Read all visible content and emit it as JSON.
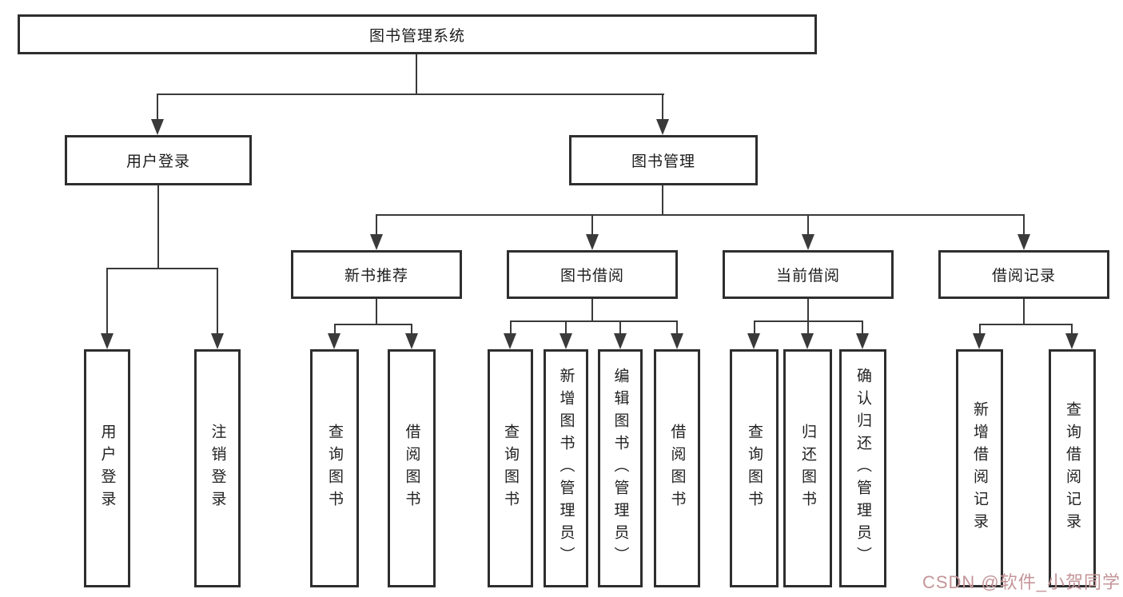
{
  "diagram": {
    "root": {
      "label": "图书管理系统"
    },
    "branches": [
      {
        "label": "用户登录",
        "children": [
          {
            "label": "用户登录"
          },
          {
            "label": "注销登录"
          }
        ]
      },
      {
        "label": "图书管理",
        "children": [
          {
            "label": "新书推荐",
            "children": [
              {
                "label": "查询图书"
              },
              {
                "label": "借阅图书"
              }
            ]
          },
          {
            "label": "图书借阅",
            "children": [
              {
                "label": "查询图书"
              },
              {
                "label": "新增图书（管理员）"
              },
              {
                "label": "编辑图书（管理员）"
              },
              {
                "label": "借阅图书"
              }
            ]
          },
          {
            "label": "当前借阅",
            "children": [
              {
                "label": "查询图书"
              },
              {
                "label": "归还图书"
              },
              {
                "label": "确认归还（管理员）"
              }
            ]
          },
          {
            "label": "借阅记录",
            "children": [
              {
                "label": "新增借阅记录"
              },
              {
                "label": "查询借阅记录"
              }
            ]
          }
        ]
      }
    ]
  },
  "watermark": {
    "text": "CSDN @软件_小贺同学",
    "color": "#c49599"
  },
  "colors": {
    "line": "#3a3a3a",
    "box_border": "#2e2e2e",
    "background": "#ffffff",
    "text": "#1c1c1c"
  }
}
